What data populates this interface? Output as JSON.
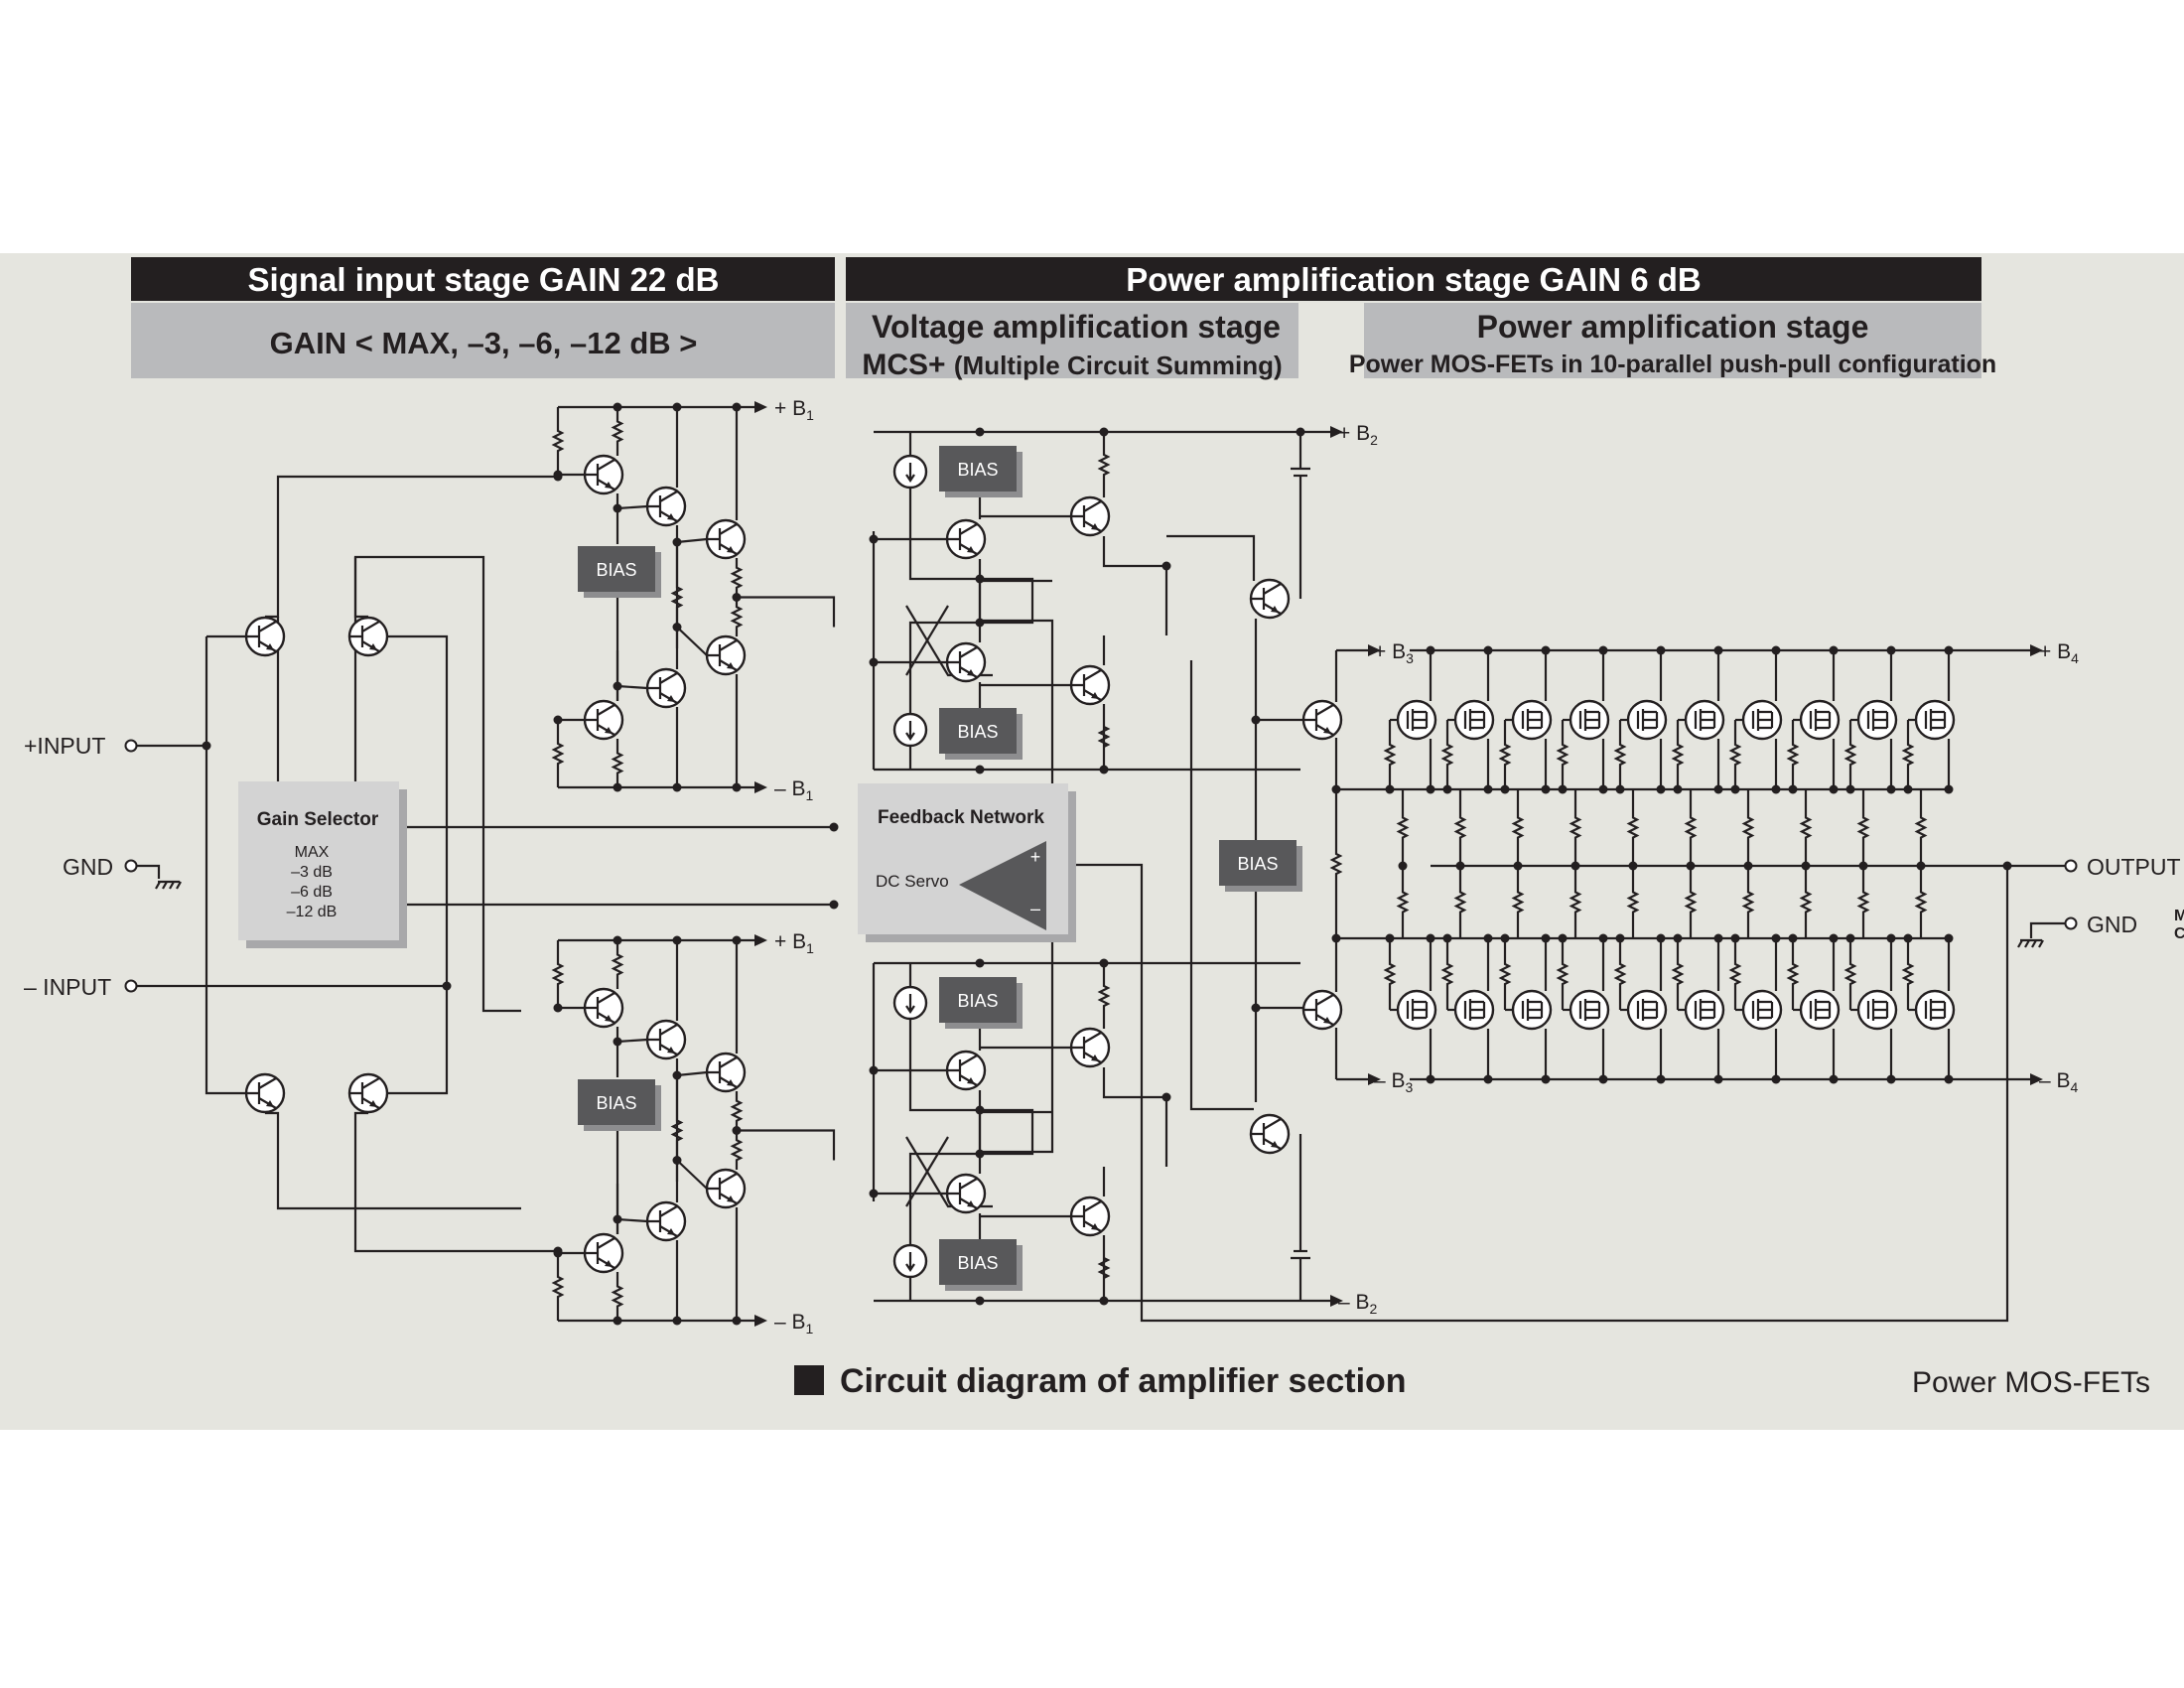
{
  "headers": {
    "signal_input": "Signal input stage GAIN 22 dB",
    "gain_options": "GAIN < MAX, –3, –6, –12 dB >",
    "power_amp_stage": "Power amplification stage GAIN 6 dB",
    "voltage_stage_line1": "Voltage amplification stage",
    "voltage_stage_line2_bold": "MCS+",
    "voltage_stage_line2": "(Multiple Circuit Summing)",
    "power_stage_line1": "Power amplification stage",
    "power_stage_line2": "Power MOS-FETs in 10-parallel push-pull configuration"
  },
  "terminals": {
    "plus_input": "+INPUT",
    "gnd_left": "GND",
    "minus_input": "– INPUT",
    "output": "OUTPUT",
    "gnd_right": "GND"
  },
  "rails": {
    "plus_b1": "+ B",
    "minus_b1": "– B",
    "b1_sub": "1",
    "plus_b2": "+ B",
    "minus_b2": "– B",
    "b2_sub": "2",
    "plus_b3": "+ B",
    "minus_b3": "– B",
    "b3_sub": "3",
    "plus_b4": "+ B",
    "minus_b4": "– B",
    "b4_sub": "4"
  },
  "blocks": {
    "bias": "BIAS",
    "gain_selector_title": "Gain Selector",
    "gain_selector_options": [
      "MAX",
      "–3 dB",
      "–6 dB",
      "–12 dB"
    ],
    "feedback_title": "Feedback Network",
    "dc_servo": "DC Servo",
    "opamp_plus": "+",
    "opamp_minus": "–"
  },
  "caption": "Circuit diagram of amplifier section",
  "side_label": "Power MOS-FETs",
  "edge_marks": [
    "M",
    "C"
  ],
  "colors": {
    "panel_background": "#e5e5df",
    "header_black": "#231f20",
    "header_grey": "#b9babc",
    "bias_block": "#58585a",
    "selector_block": "#d3d3d3"
  }
}
